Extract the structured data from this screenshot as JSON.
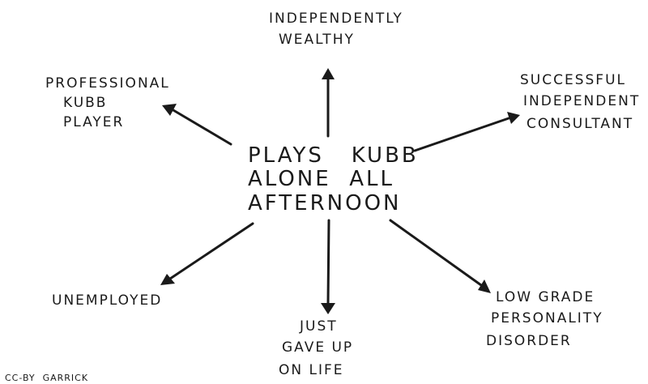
{
  "center": {
    "lines": [
      "PLAYS   KUBB",
      "ALONE  ALL",
      "AFTERNOON"
    ]
  },
  "nodes": {
    "top": [
      "INDEPENDENTLY",
      "WEALTHY"
    ],
    "top_left": [
      "PROFESSIONAL",
      "KUBB",
      "PLAYER"
    ],
    "top_right": [
      "SUCCESSFUL",
      "INDEPENDENT",
      "CONSULTANT"
    ],
    "bottom_left": [
      "UNEMPLOYED"
    ],
    "bottom": [
      "JUST",
      "GAVE UP",
      "ON LIFE"
    ],
    "bottom_right": [
      "LOW GRADE",
      "PERSONALITY",
      "DISORDER"
    ]
  },
  "credit": "CC-BY  GARRICK",
  "colors": {
    "ink": "#1a1a1a",
    "paper": "#ffffff"
  }
}
